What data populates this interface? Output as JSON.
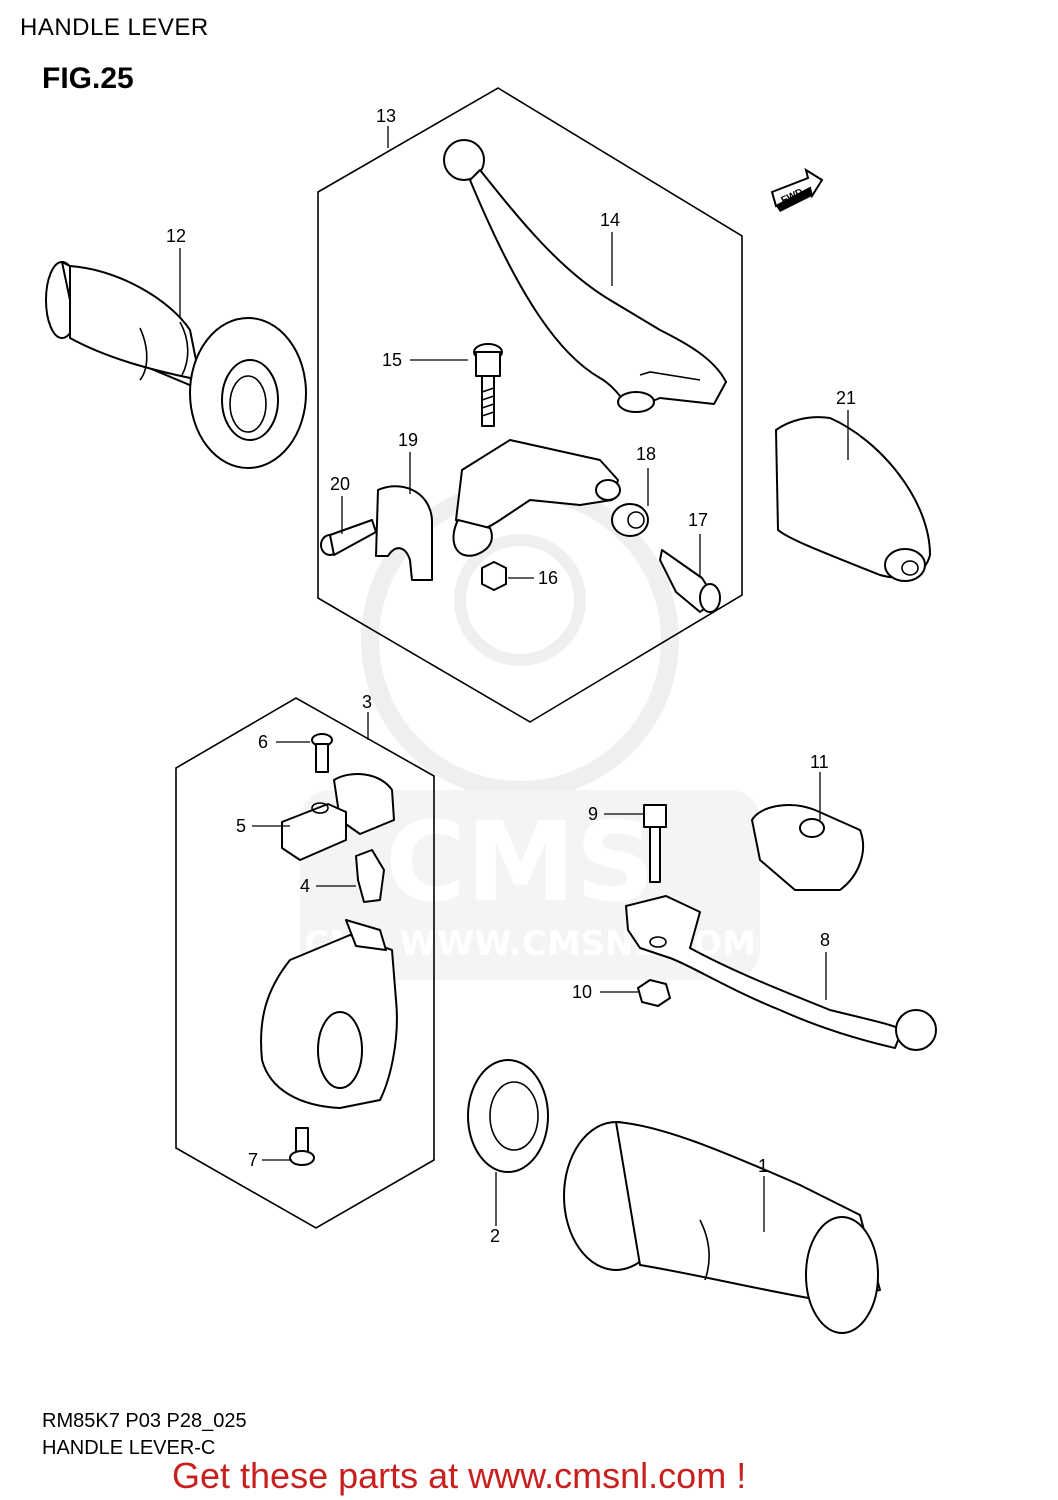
{
  "page": {
    "header": "HANDLE LEVER",
    "figure_label": "FIG.25",
    "footer_code": "RM85K7 P03 P28_025",
    "footer_name": "HANDLE LEVER-C",
    "cta": "Get these parts at www.cmsnl.com !"
  },
  "fwd_badge": "FWD",
  "watermark": "CMS WWW.CMSNL.COM",
  "colors": {
    "cta": "#c8201e",
    "line": "#000000",
    "watermark": "#e0e0e0"
  },
  "callouts": {
    "c1": "1",
    "c2": "2",
    "c3": "3",
    "c4": "4",
    "c5": "5",
    "c6": "6",
    "c7": "7",
    "c8": "8",
    "c9": "9",
    "c10": "10",
    "c11": "11",
    "c12": "12",
    "c13": "13",
    "c14": "14",
    "c15": "15",
    "c16": "16",
    "c17": "17",
    "c18": "18",
    "c19": "19",
    "c20": "20",
    "c21": "21"
  }
}
